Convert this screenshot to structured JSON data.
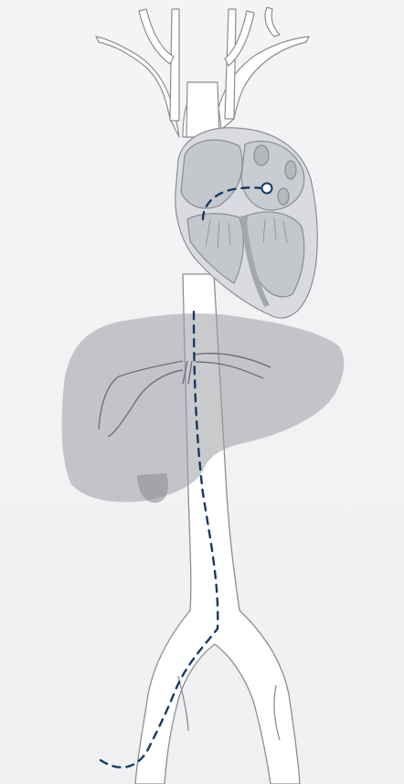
{
  "diagram": {
    "kind": "anatomical-illustration",
    "structures": [
      "aortic-arch-branches",
      "heart",
      "left-atrium",
      "left-ventricle",
      "liver",
      "gallbladder",
      "hepatic-portal-veins",
      "inferior-vena-cava",
      "iliac-veins"
    ],
    "catheter_path": "femoral-vein-to-left-atrium",
    "colors": {
      "background": "#f1f2f4",
      "vessel_fill": "#ffffff",
      "vessel_stroke": "#8a8d92",
      "heart_fill": "#d9dbde",
      "heart_chamber": "#c4c7cb",
      "liver_fill": "#9c9fa3",
      "catheter": "#163a63"
    }
  }
}
